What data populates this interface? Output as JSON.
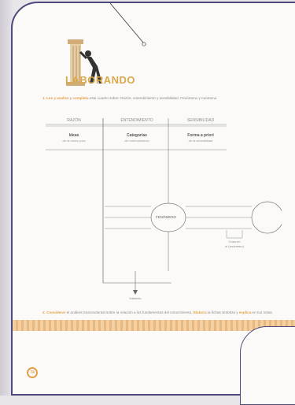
{
  "brand": {
    "logo_text": "LABORANDO"
  },
  "q1": {
    "number": "1.",
    "text_a": "Lee y",
    "hl1": "analiza",
    "text_b": "y",
    "hl2": "completa",
    "text_c": "este cuadro sobre: Razón, entendimiento y sensibilidad. Fenómeno y noúmeno."
  },
  "diagram": {
    "col1": {
      "head": "RAZÓN",
      "title": "Ideas",
      "sub": "de la razón pura"
    },
    "col2": {
      "head": "ENTENDIMIENTO",
      "title": "Categorías",
      "sub": "del entendimiento"
    },
    "col3": {
      "head": "SENSIBILIDAD",
      "title": "Forma a priori",
      "sub": "de la sensibilidad"
    },
    "center": "FENÓMENO",
    "side_note_1": "Cosa en",
    "side_note_2": "sí (noúmeno)",
    "bottom": "Intelecto"
  },
  "q2": {
    "number": "2.",
    "hl1": "Considerar",
    "text_a": "el análisis trascendental sobre la relación a los fundamentos del conocimiento.",
    "hl2": "Elabora",
    "text_b": "la",
    "text_c": "fichas sintetiza y",
    "hl3": "explica",
    "text_d": "en tus notas."
  },
  "footer": {
    "page_number": "74"
  },
  "colors": {
    "accent": "#e3a148",
    "frame": "#4b4a7a"
  }
}
